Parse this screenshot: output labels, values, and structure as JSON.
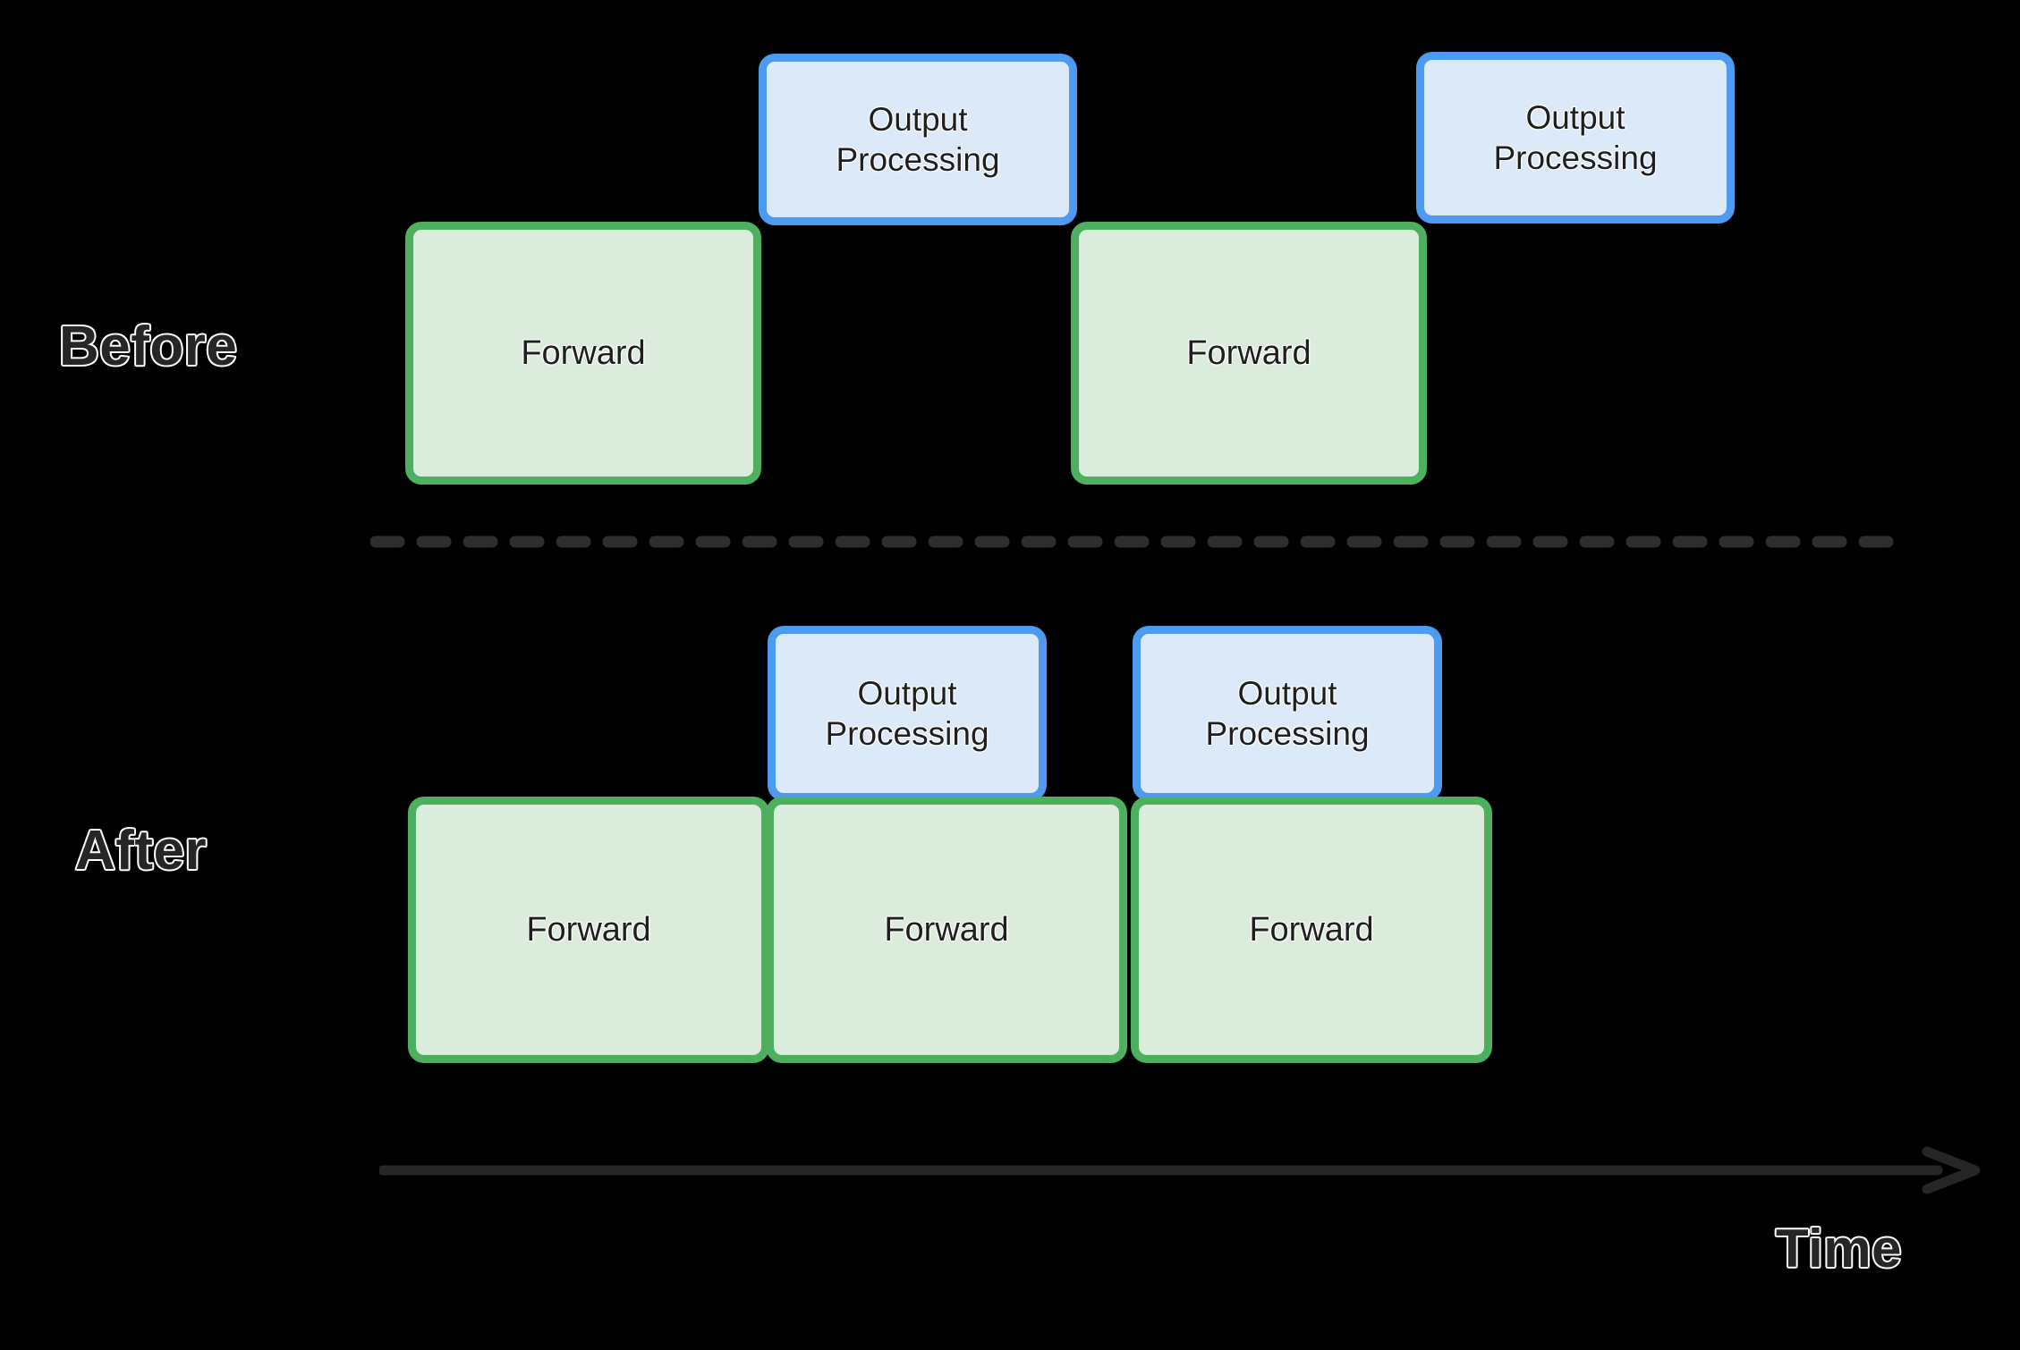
{
  "diagram": {
    "title_hidden": "",
    "background_color": "#000000",
    "rows": [
      {
        "id": "before",
        "label": "Before",
        "compute_boxes": [
          {
            "label": "Forward"
          },
          {
            "label": "Forward"
          }
        ],
        "processing_boxes": [
          {
            "line1": "Output",
            "line2": "Processing"
          },
          {
            "line1": "Output",
            "line2": "Processing"
          }
        ]
      },
      {
        "id": "after",
        "label": "After",
        "compute_boxes": [
          {
            "label": "Forward"
          },
          {
            "label": "Forward"
          },
          {
            "label": "Forward"
          }
        ],
        "processing_boxes": [
          {
            "line1": "Output",
            "line2": "Processing"
          },
          {
            "line1": "Output",
            "line2": "Processing"
          }
        ]
      }
    ],
    "axis": {
      "label": "Time",
      "direction": "left-to-right"
    },
    "colors": {
      "forward_fill": "#dcecdc",
      "forward_border": "#4cb05f",
      "output_fill": "#dce9f8",
      "output_border": "#4d9bf0",
      "divider": "#2e2e2e",
      "axis": "#262626",
      "label_text": "#262626",
      "label_outline": "#ffffff"
    },
    "icons": {
      "divider": "dashed-divider-icon",
      "axis_arrow": "right-arrow-icon"
    }
  }
}
